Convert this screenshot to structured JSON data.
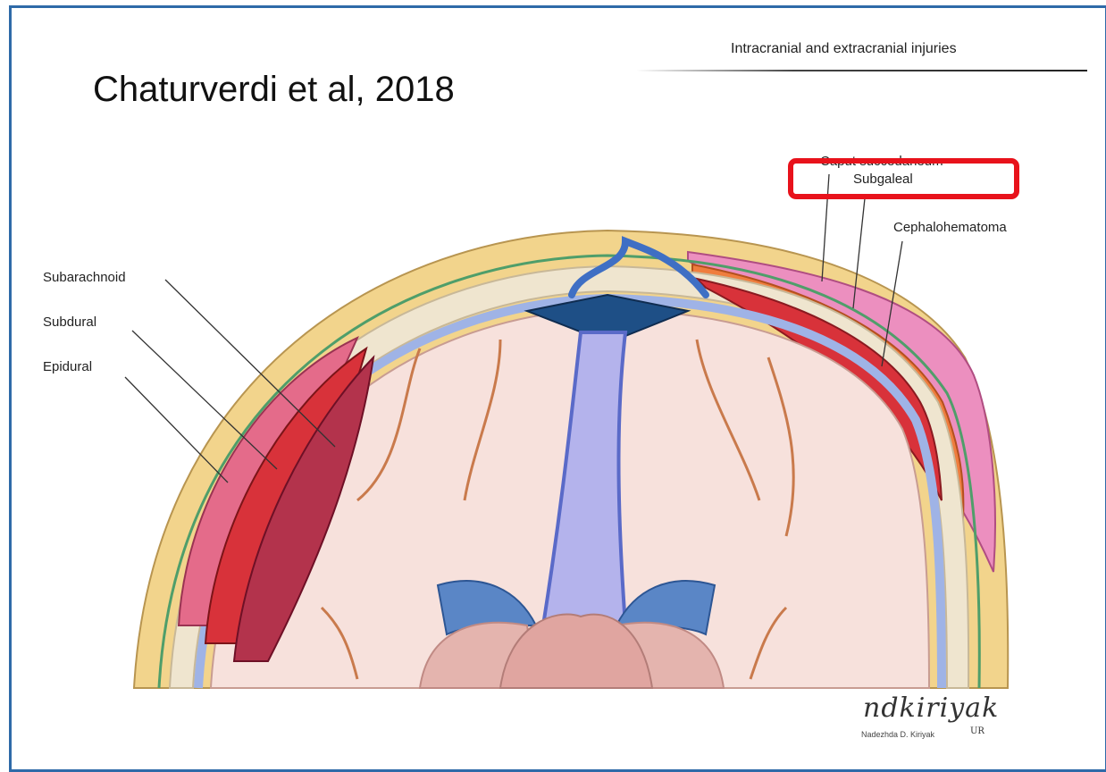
{
  "header": {
    "title": "Intracranial and extracranial injuries"
  },
  "citation": {
    "text": "Chaturverdi et al, 2018"
  },
  "labels": {
    "caput": "Caput succedaneum",
    "subgaleal": "Subgaleal",
    "cephalohematoma": "Cephalohematoma",
    "subarachnoid": "Subarachnoid",
    "subdural": "Subdural",
    "epidural": "Epidural"
  },
  "signature": {
    "script": "ndkiriyak",
    "name": "Nadezhda D. Kiriyak",
    "logo": "UR"
  },
  "colors": {
    "frame": "#2e6aa8",
    "highlight": "#e8121b",
    "scalp": "#f2d48c",
    "bone": "#efe5cf",
    "brain": "#f7e1dc",
    "hematoma_red": "#d8323a",
    "hematoma_pink": "#e46b8a",
    "subgaleal_orange": "#ef7d3e",
    "vessel_blue": "#3f6fc4"
  }
}
